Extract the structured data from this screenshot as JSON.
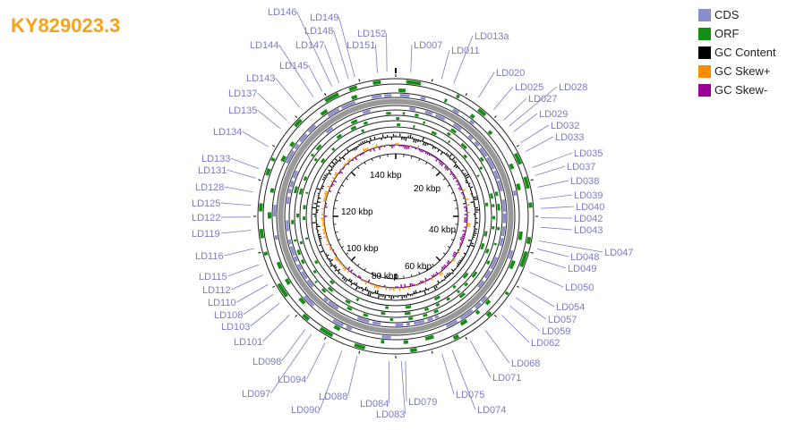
{
  "title": "KY829023.3",
  "colors": {
    "cds": "#8c8cd0",
    "orf": "#138f13",
    "gc_content": "#000000",
    "gc_skew_plus": "#ff8c00",
    "gc_skew_minus": "#9b009b",
    "backbone": "#999999",
    "label": "#7b7bc8",
    "title": "#f5a31a"
  },
  "legend": [
    {
      "label": "CDS",
      "color": "#8c8cd0"
    },
    {
      "label": "ORF",
      "color": "#138f13"
    },
    {
      "label": "GC Content",
      "color": "#000000"
    },
    {
      "label": "GC Skew+",
      "color": "#ff8c00"
    },
    {
      "label": "GC Skew-",
      "color": "#9b009b"
    }
  ],
  "kbp_ticks": [
    "20 kbp",
    "40 kbp",
    "60 kbp",
    "80 kbp",
    "100 kbp",
    "120 kbp",
    "140 kbp"
  ],
  "gene_labels": [
    "LD007",
    "LD011",
    "LD013a",
    "LD020",
    "LD025",
    "LD027",
    "LD028",
    "LD029",
    "LD032",
    "LD033",
    "LD035",
    "LD037",
    "LD038",
    "LD039",
    "LD040",
    "LD042",
    "LD043",
    "LD047",
    "LD048",
    "LD049",
    "LD050",
    "LD054",
    "LD057",
    "LD059",
    "LD062",
    "LD068",
    "LD071",
    "LD074",
    "LD075",
    "LD079",
    "LD083",
    "LD084",
    "LD088",
    "LD090",
    "LD094",
    "LD097",
    "LD098",
    "LD101",
    "LD103",
    "LD108",
    "LD110",
    "LD112",
    "LD115",
    "LD116",
    "LD119",
    "LD122",
    "LD125",
    "LD128",
    "LD131",
    "LD133",
    "LD134",
    "LD135",
    "LD137",
    "LD143",
    "LD144",
    "LD145",
    "LD146",
    "LD147",
    "LD148",
    "LD149",
    "LD151",
    "LD152"
  ]
}
